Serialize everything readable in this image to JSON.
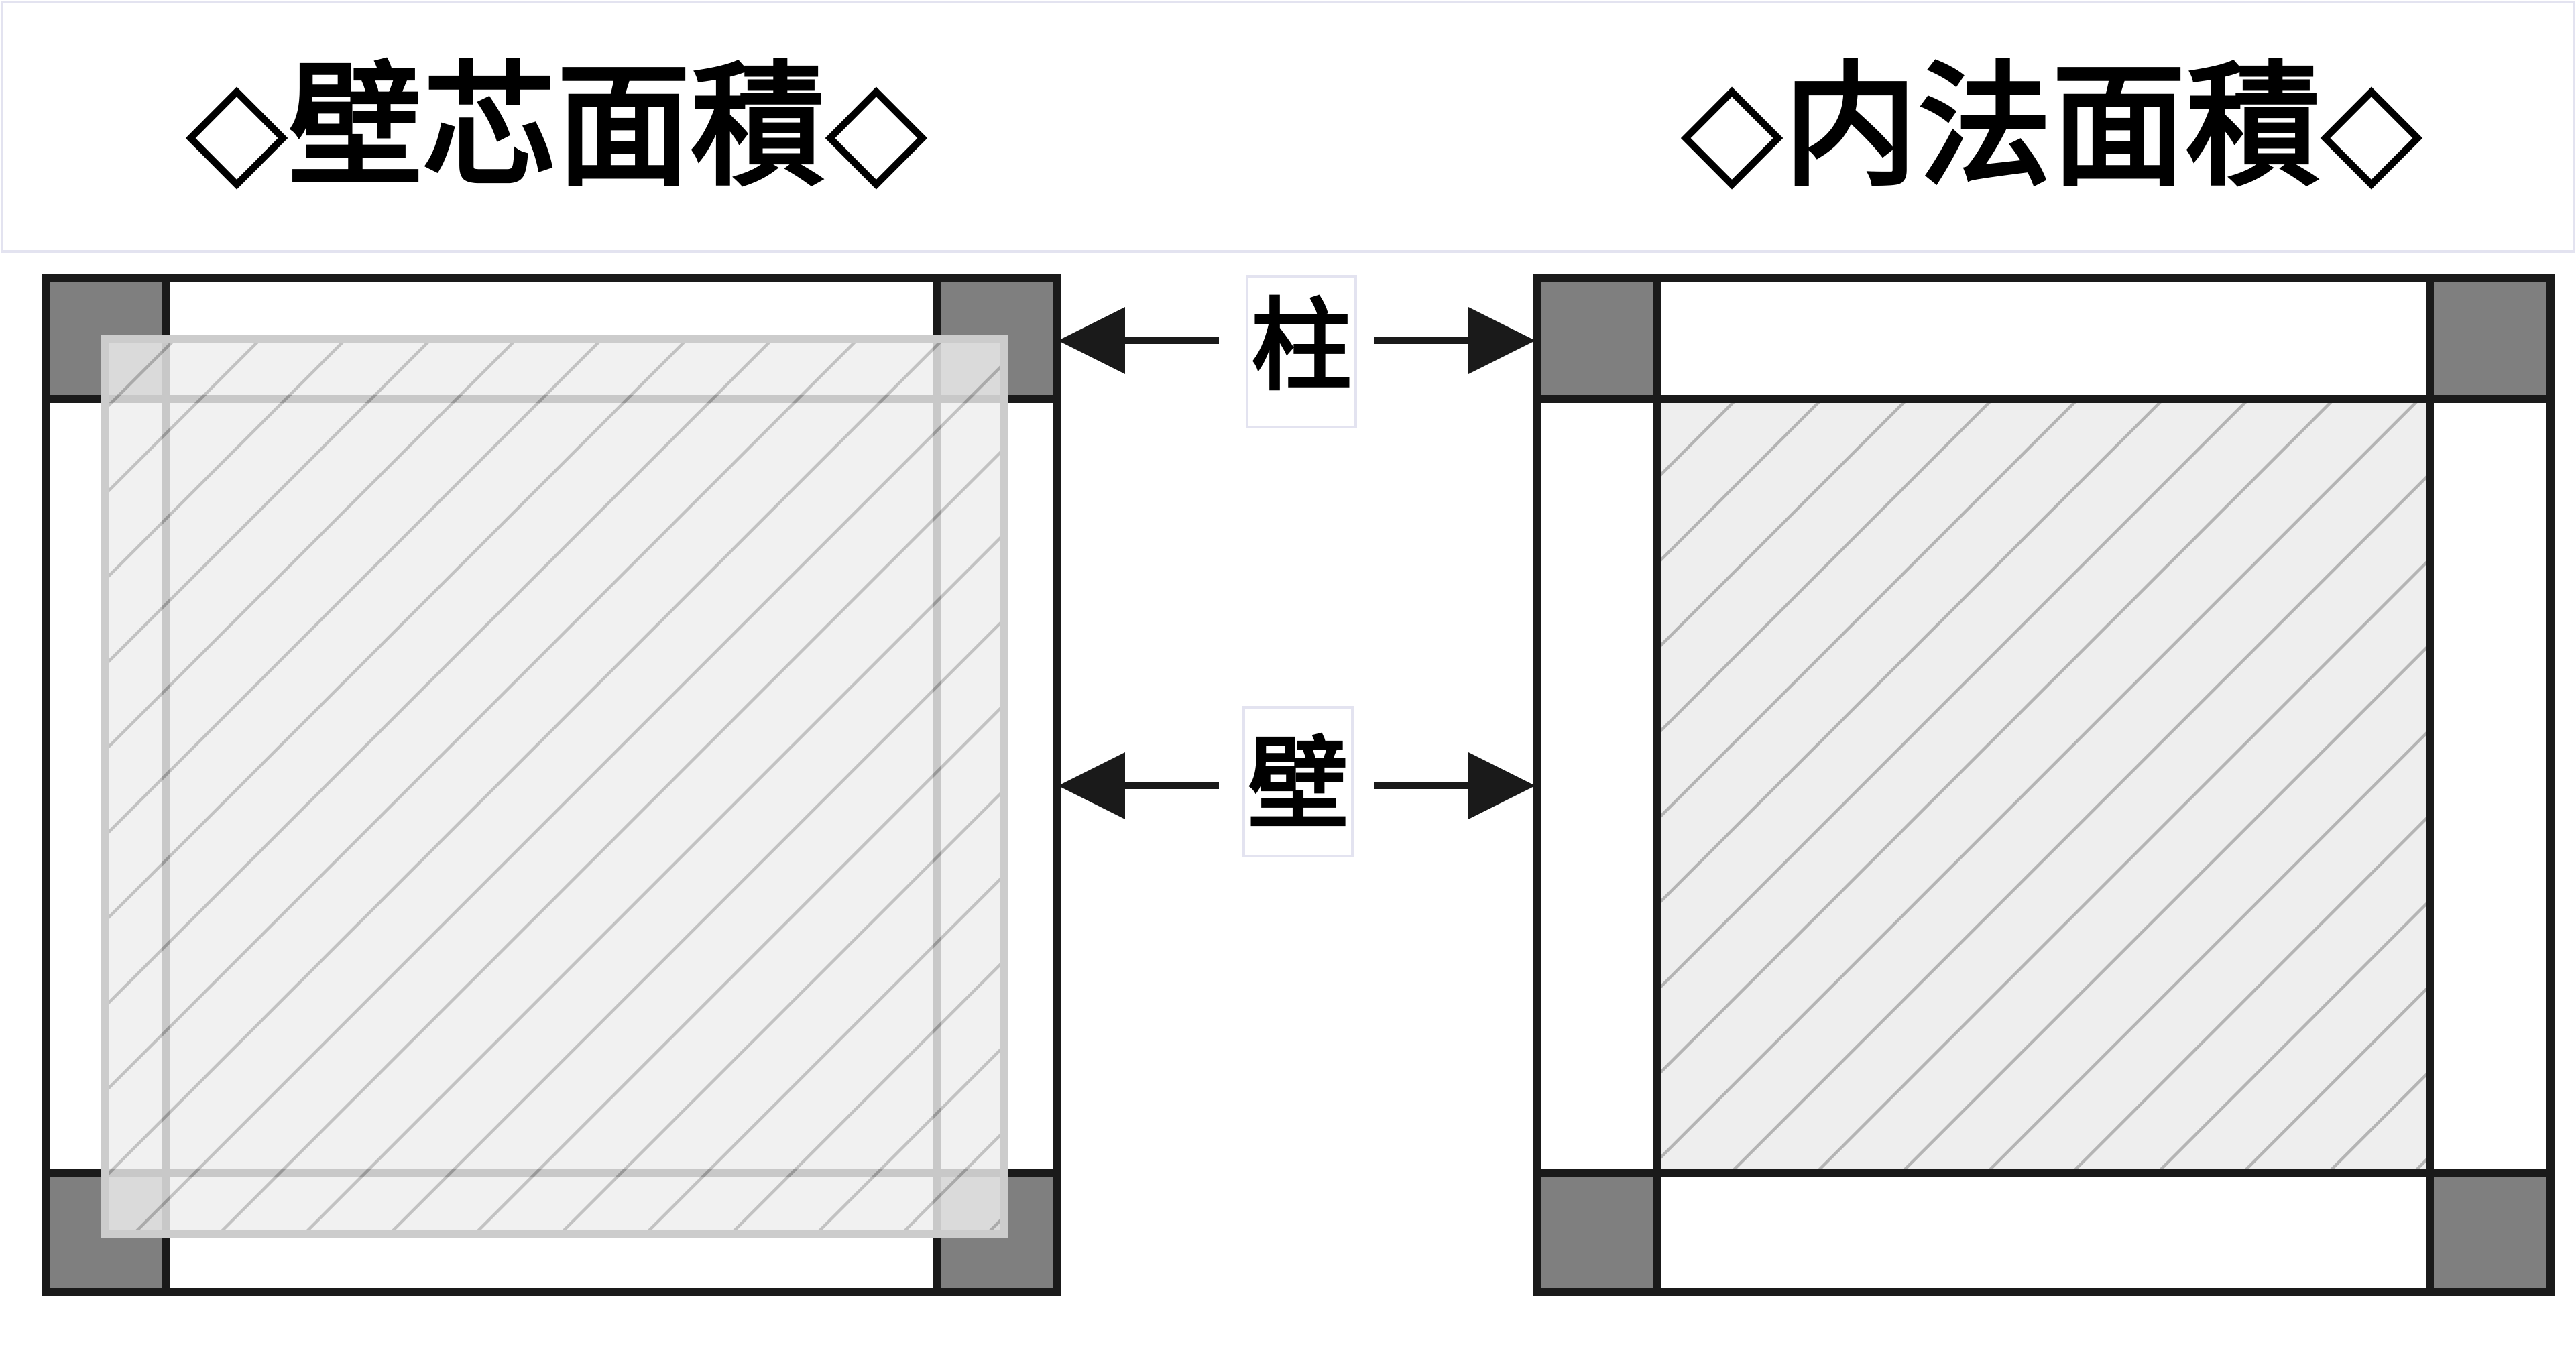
{
  "titles": {
    "left": "◇壁芯面積◇",
    "right": "◇内法面積◇"
  },
  "labels": {
    "column": "柱",
    "wall": "壁"
  },
  "colors": {
    "frame": "#1a1a1a",
    "column": "#7f7f7f",
    "area_fill": "#eeeeee",
    "hatch": "#b4b4b4",
    "overlay_border": "#cccccc",
    "header_border": "#e3e3f0"
  }
}
